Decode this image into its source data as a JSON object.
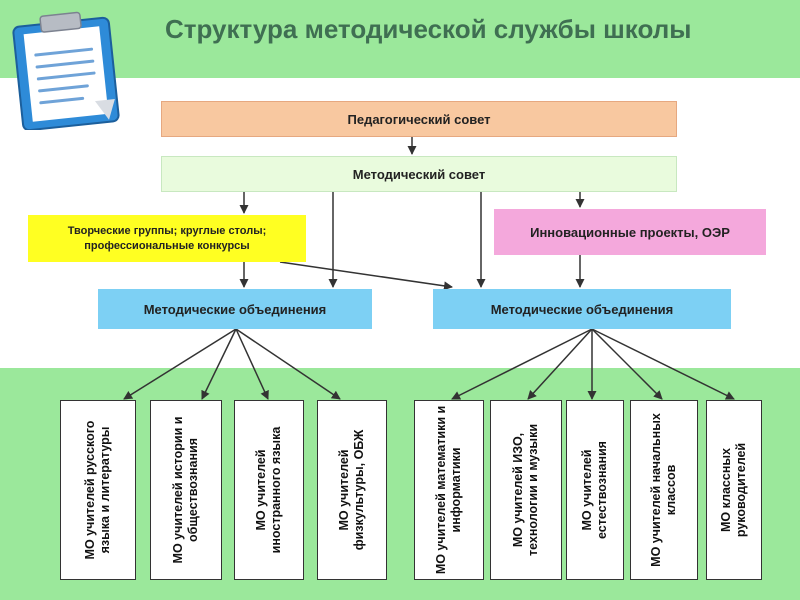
{
  "header": {
    "title": "Структура методической службы школы"
  },
  "boxes": {
    "ped_council": "Педагогический совет",
    "met_council": "Методический совет",
    "creative_groups": "Творческие группы; круглые столы; профессиональные конкурсы",
    "innovation": "Инновационные проекты, ОЭР",
    "mo_left": "Методические объединения",
    "mo_right": "Методические объединения"
  },
  "mo_units": [
    "МО учителей русского языка и литературы",
    "МО учителей истории и обществознания",
    "МО учителей иностранного языка",
    "МО учителей физкультуры, ОБЖ",
    "МО учителей математики и информатики",
    "МО учителей ИЗО, технологии и музыки",
    "МО учителей естествознания",
    "МО учителей начальных классов",
    "МО классных руководителей"
  ],
  "icons": {
    "header_icon": "clipboard-icon"
  },
  "colors": {
    "band": "#9be89b",
    "title": "#3f6f52",
    "ped_council": "#f8c8a0",
    "met_council": "#e9fbdd",
    "creative_groups": "#ffff22",
    "innovation": "#f4a8dc",
    "mo": "#7dd0f4"
  }
}
